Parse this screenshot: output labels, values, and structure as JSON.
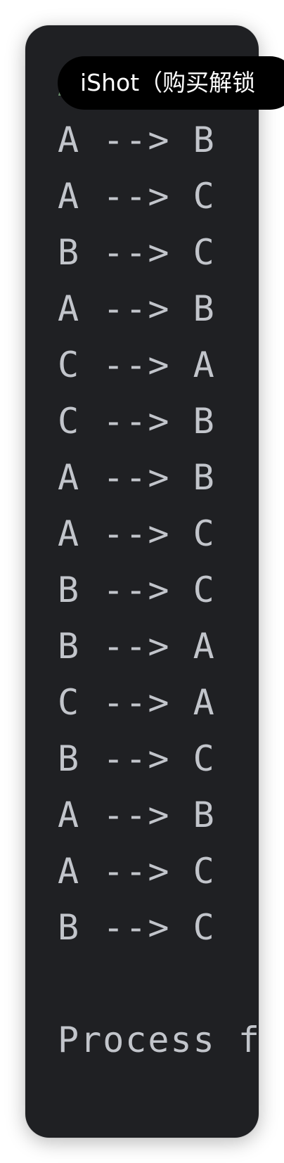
{
  "tooltip": {
    "text": "iShot（购买解锁"
  },
  "console": {
    "first_line": "A",
    "lines": [
      "A --> B",
      "A --> C",
      "B --> C",
      "A --> B",
      "C --> A",
      "C --> B",
      "A --> B",
      "A --> C",
      "B --> C",
      "B --> A",
      "C --> A",
      "B --> C",
      "A --> B",
      "A --> C",
      "B --> C"
    ],
    "process_line": "Process fi"
  }
}
